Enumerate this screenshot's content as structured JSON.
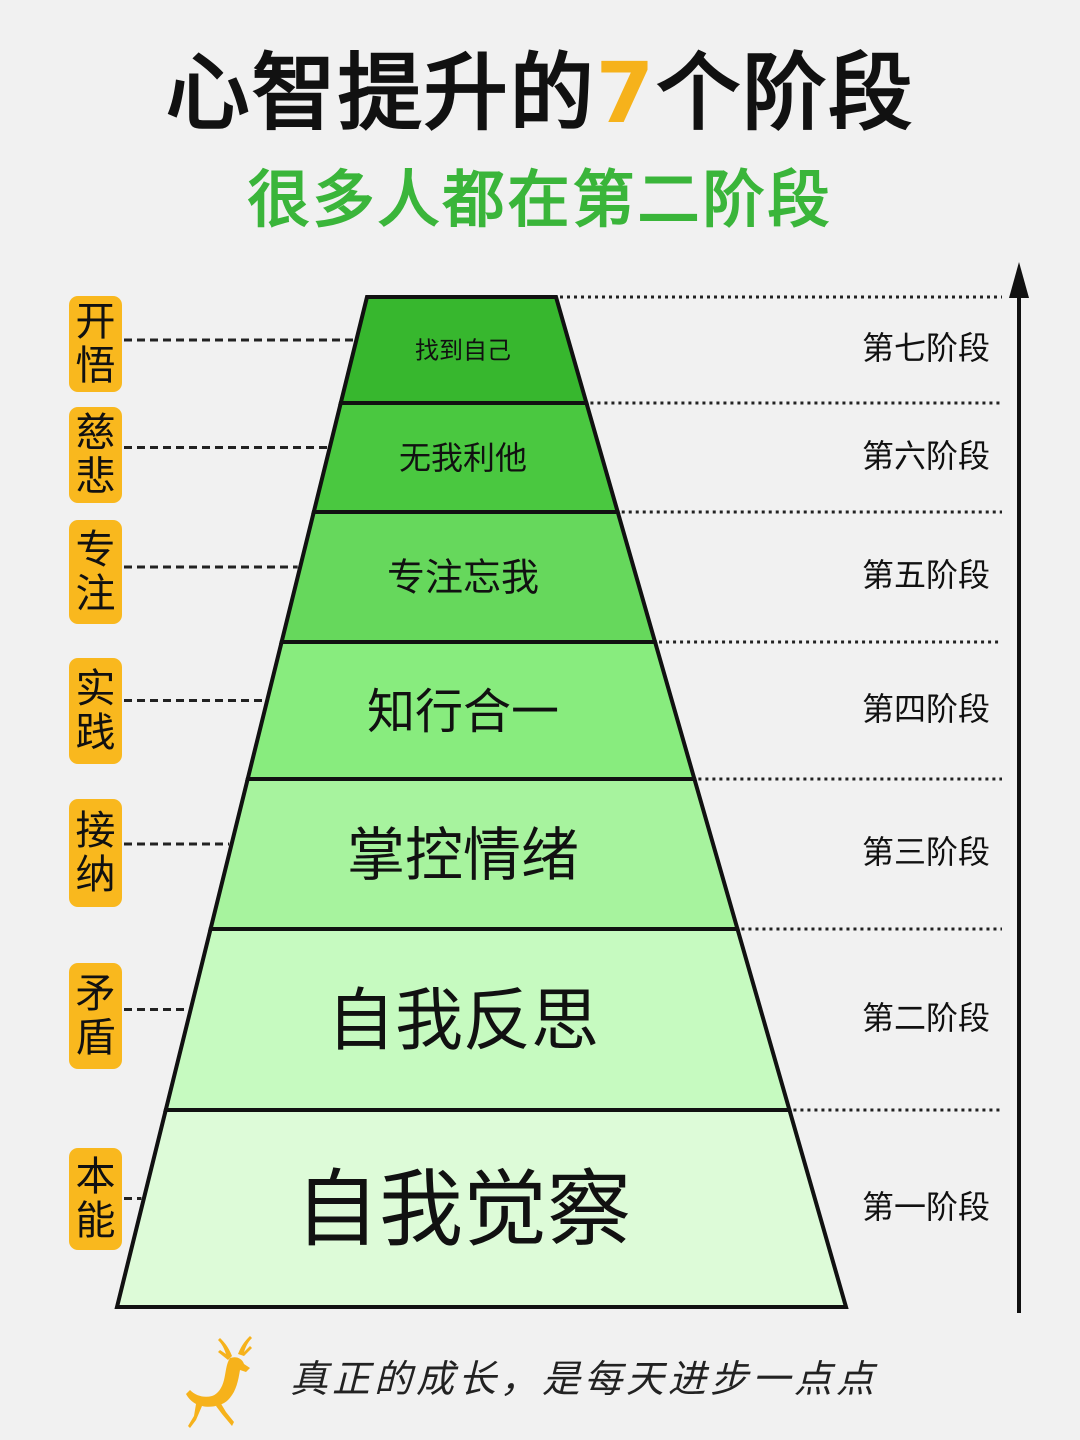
{
  "title": {
    "prefix": "心智提升的",
    "highlight": "7",
    "suffix": "个阶段"
  },
  "subtitle": "很多人都在第二阶段",
  "levels": [
    {
      "label": "找到自己",
      "tag": "开悟",
      "stage": "第七阶段",
      "fill": "#37b72e"
    },
    {
      "label": "无我利他",
      "tag": "慈悲",
      "stage": "第六阶段",
      "fill": "#4ac840"
    },
    {
      "label": "专注忘我",
      "tag": "专注",
      "stage": "第五阶段",
      "fill": "#66d85c"
    },
    {
      "label": "知行合一",
      "tag": "实践",
      "stage": "第四阶段",
      "fill": "#88ec7e"
    },
    {
      "label": "掌控情绪",
      "tag": "接纳",
      "stage": "第三阶段",
      "fill": "#a7f39e"
    },
    {
      "label": "自我反思",
      "tag": "矛盾",
      "stage": "第二阶段",
      "fill": "#c6fac0"
    },
    {
      "label": "自我觉察",
      "tag": "本能",
      "stage": "第一阶段",
      "fill": "#ddfbd8"
    }
  ],
  "footer": "真正的成长，是每天进步一点点",
  "colors": {
    "accent": "#f9b81e",
    "green": "#3ab53a",
    "stroke": "#111111"
  }
}
